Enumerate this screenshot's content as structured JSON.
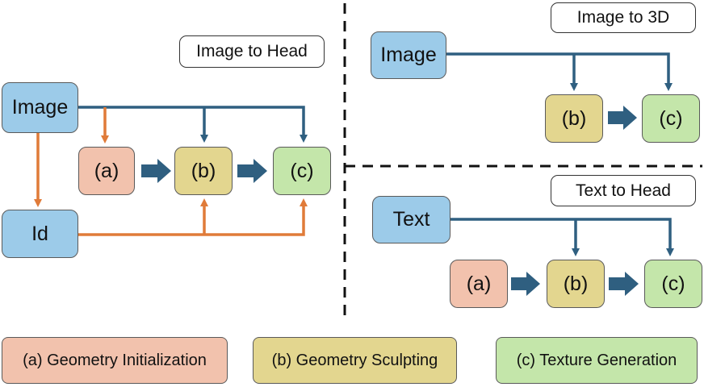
{
  "colors": {
    "orange": "#e07b39",
    "blue_arrow": "#2f5f80",
    "box_blue": "#9ccbe9",
    "box_pink": "#f2c2ad",
    "box_yellow": "#e3d68f",
    "box_green": "#c4e6aa"
  },
  "left": {
    "title": "Image to Head",
    "image": "Image",
    "id": "Id",
    "a": "(a)",
    "b": "(b)",
    "c": "(c)"
  },
  "top_right": {
    "title": "Image to 3D",
    "image": "Image",
    "b": "(b)",
    "c": "(c)"
  },
  "bottom_right": {
    "title": "Text to Head",
    "text": "Text",
    "a": "(a)",
    "b": "(b)",
    "c": "(c)"
  },
  "legend": {
    "a": "(a) Geometry Initialization",
    "b": "(b) Geometry Sculpting",
    "c": "(c) Texture Generation"
  }
}
